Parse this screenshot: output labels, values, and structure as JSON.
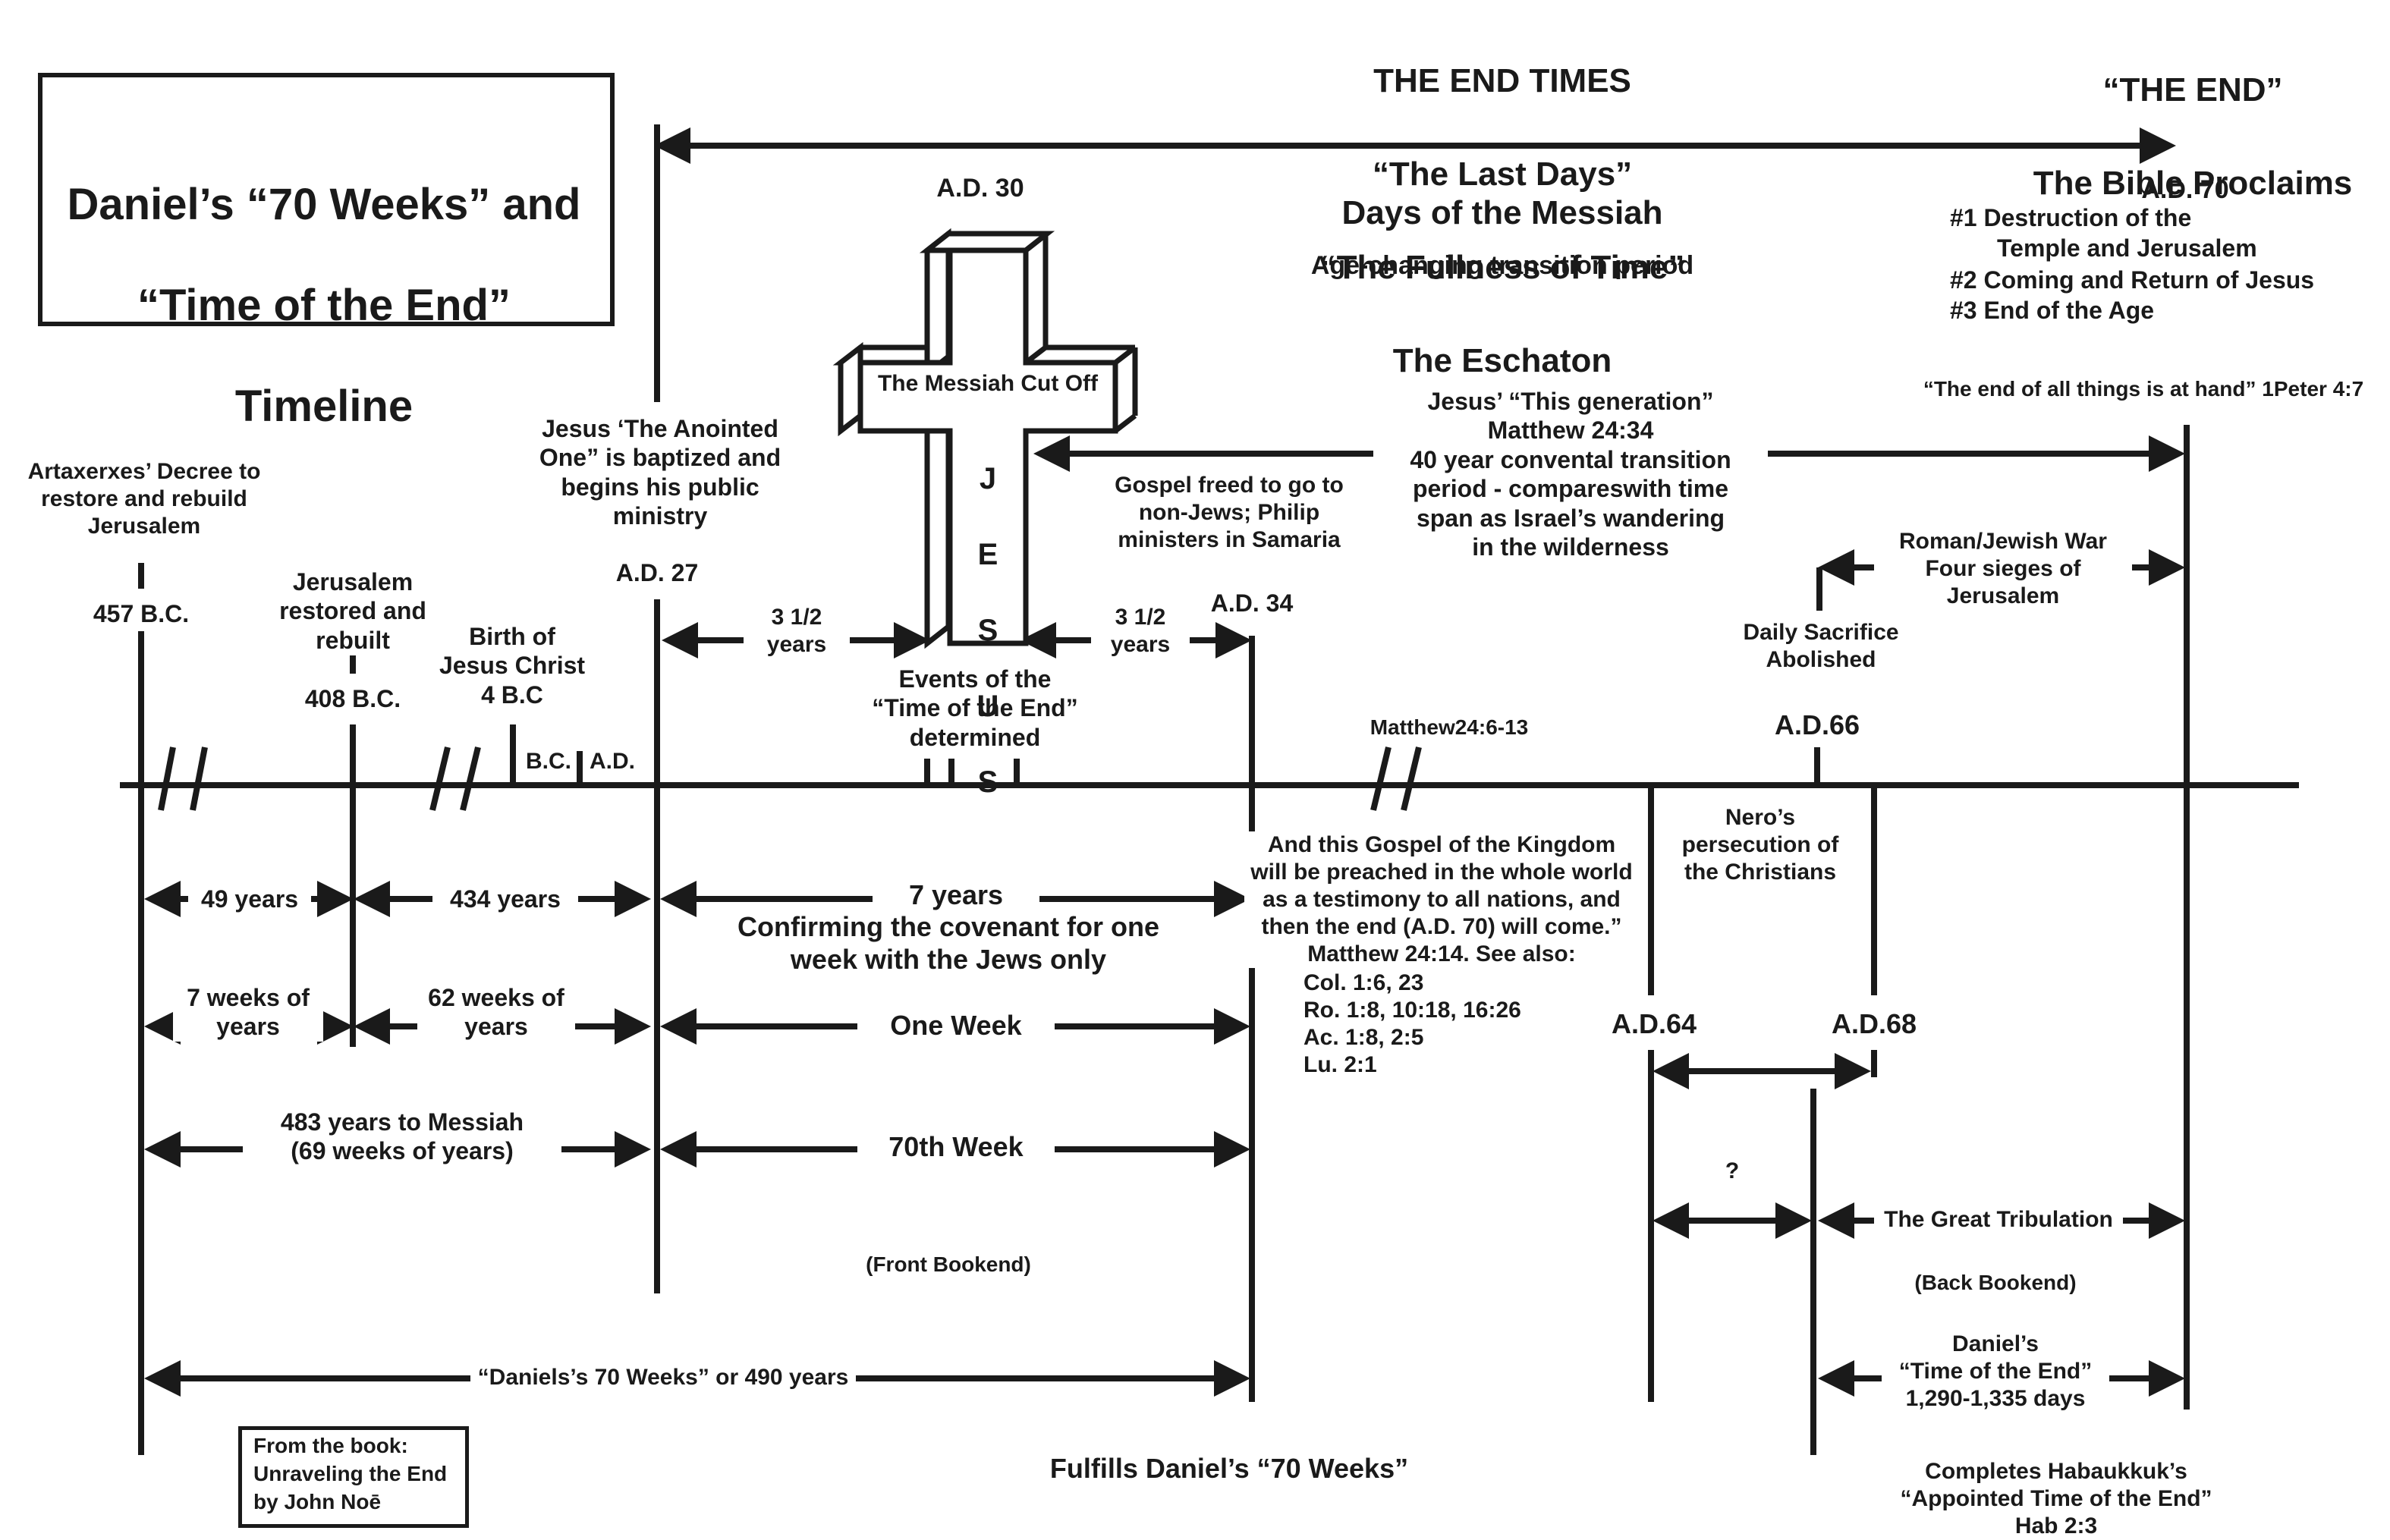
{
  "title": {
    "line1": "Daniel’s “70 Weeks” and",
    "line2": "“Time of the End”",
    "line3": "Timeline"
  },
  "credit": "From the book:\nUnraveling the End\nby John Noē",
  "end_times": {
    "l1": "THE END TIMES",
    "l2": "“The Last Days”",
    "l3": "“The Fullness of Time”",
    "l4": "The Eschaton",
    "l5": "Days of the Messiah",
    "l6": "Age-changing transition period"
  },
  "the_end": {
    "l1": "“THE END”",
    "l2": "The Bible Proclaims"
  },
  "ad70": {
    "label": "A.D. 70",
    "i1": "#1  Destruction of the",
    "i1b": "Temple and Jerusalem",
    "i2": "#2  Coming and Return of Jesus",
    "i3": "#3  End of the Age"
  },
  "peter_quote": "“The end of all things is at hand” 1Peter 4:7",
  "ad30": "A.D. 30",
  "cross": {
    "label": "The Messiah Cut Off",
    "name": [
      "J",
      "E",
      "S",
      "U",
      "S"
    ]
  },
  "artaxerxes": "Artaxerxes’ Decree to\nrestore and rebuild\nJerusalem",
  "bc457": "457 B.C.",
  "jerusalem_restored": "Jerusalem\nrestored and\nrebuilt",
  "bc408": "408 B.C.",
  "birth": "Birth of\nJesus Christ\n4 B.C",
  "bc_ad": {
    "bc": "B.C.",
    "ad": "A.D."
  },
  "baptized": "Jesus ‘The Anointed\nOne” is baptized and\nbegins his public\nministry",
  "ad27": "A.D. 27",
  "half_left": "3 1/2\nyears",
  "half_right": "3 1/2\nyears",
  "ad34": "A.D. 34",
  "events": "Events of the\n“Time of the End”\ndetermined",
  "gospel_freed": "Gospel freed to go to\nnon-Jews; Philip\nministers in Samaria",
  "generation": "Jesus’ “This generation”\nMatthew 24:34\n40 year convental transition\nperiod - compareswith time\nspan as Israel’s wandering\nin the wilderness",
  "roman_war": "Roman/Jewish War\nFour sieges of\nJerusalem",
  "daily_sacrifice": "Daily Sacrifice\nAbolished",
  "ad66": "A.D.66",
  "matthew_ref": "Matthew24:6-13",
  "nero": "Nero’s\npersecution of\nthe Christians",
  "gospel_kingdom": "And this Gospel of the Kingdom\nwill be preached in the whole world\nas a testimony to all nations, and\nthen the end (A.D. 70) will come.”\nMatthew 24:14. See also:",
  "refs": "Col. 1:6, 23\nRo. 1:8, 10:18, 16:26\nAc. 1:8, 2:5\nLu. 2:1",
  "ad64": "A.D.64",
  "ad68": "A.D.68",
  "years49": "49 years",
  "years434": "434 years",
  "years7": "7 years",
  "covenant": "Confirming the covenant for one\nweek with the Jews only",
  "weeks7": "7 weeks of\nyears",
  "weeks62": "62 weeks of\nyears",
  "one_week": "One Week",
  "messiah483": "483 years to Messiah\n(69 weeks of years)",
  "week70": "70th Week",
  "front_bookend": "(Front Bookend)",
  "question": "?",
  "tribulation": "The Great Tribulation",
  "back_bookend": "(Back Bookend)",
  "time_end": "Daniel’s\n“Time of the End”\n1,290-1,335 days",
  "weeks490": "“Daniels’s 70 Weeks” or 490 years",
  "fulfills": "Fulfills Daniel’s “70 Weeks”",
  "habakkuk": "Completes Habaukkuk’s\n“Appointed Time of the End”\nHab 2:3"
}
